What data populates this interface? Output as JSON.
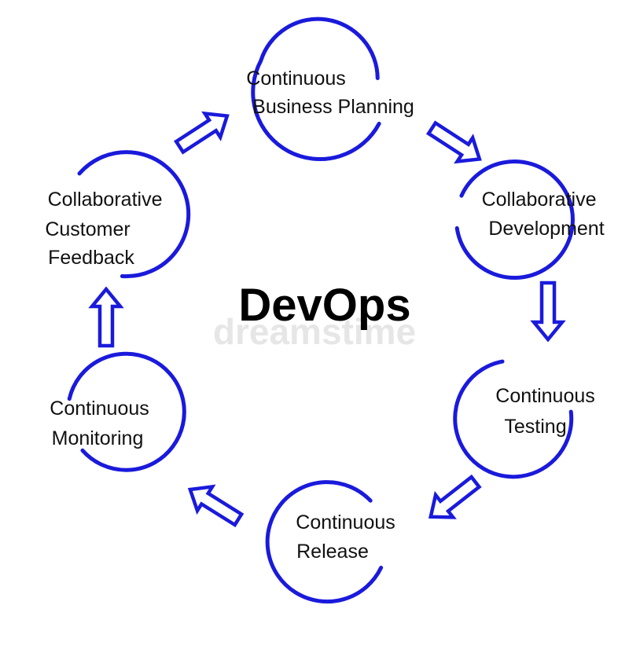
{
  "title": "DevOps",
  "watermark": "dreamstime",
  "colors": {
    "ring": "#1a1adc",
    "arrow_outline": "#1a1adc",
    "text": "#111111"
  },
  "nodes": [
    {
      "id": "planning",
      "lines": [
        "Continuous",
        "Business Planning"
      ]
    },
    {
      "id": "development",
      "lines": [
        "Collaborative",
        "Development"
      ]
    },
    {
      "id": "testing",
      "lines": [
        "Continuous",
        "Testing"
      ]
    },
    {
      "id": "release",
      "lines": [
        "Continuous",
        "Release"
      ]
    },
    {
      "id": "monitoring",
      "lines": [
        "Continuous",
        "Monitoring"
      ]
    },
    {
      "id": "feedback",
      "lines": [
        "Collaborative",
        "Customer",
        "Feedback"
      ]
    }
  ],
  "flow": [
    {
      "from": "planning",
      "to": "development",
      "icon": "arrow-icon"
    },
    {
      "from": "development",
      "to": "testing",
      "icon": "arrow-icon"
    },
    {
      "from": "testing",
      "to": "release",
      "icon": "arrow-icon"
    },
    {
      "from": "release",
      "to": "monitoring",
      "icon": "arrow-icon"
    },
    {
      "from": "monitoring",
      "to": "feedback",
      "icon": "arrow-icon"
    },
    {
      "from": "feedback",
      "to": "planning",
      "icon": "arrow-icon"
    }
  ]
}
